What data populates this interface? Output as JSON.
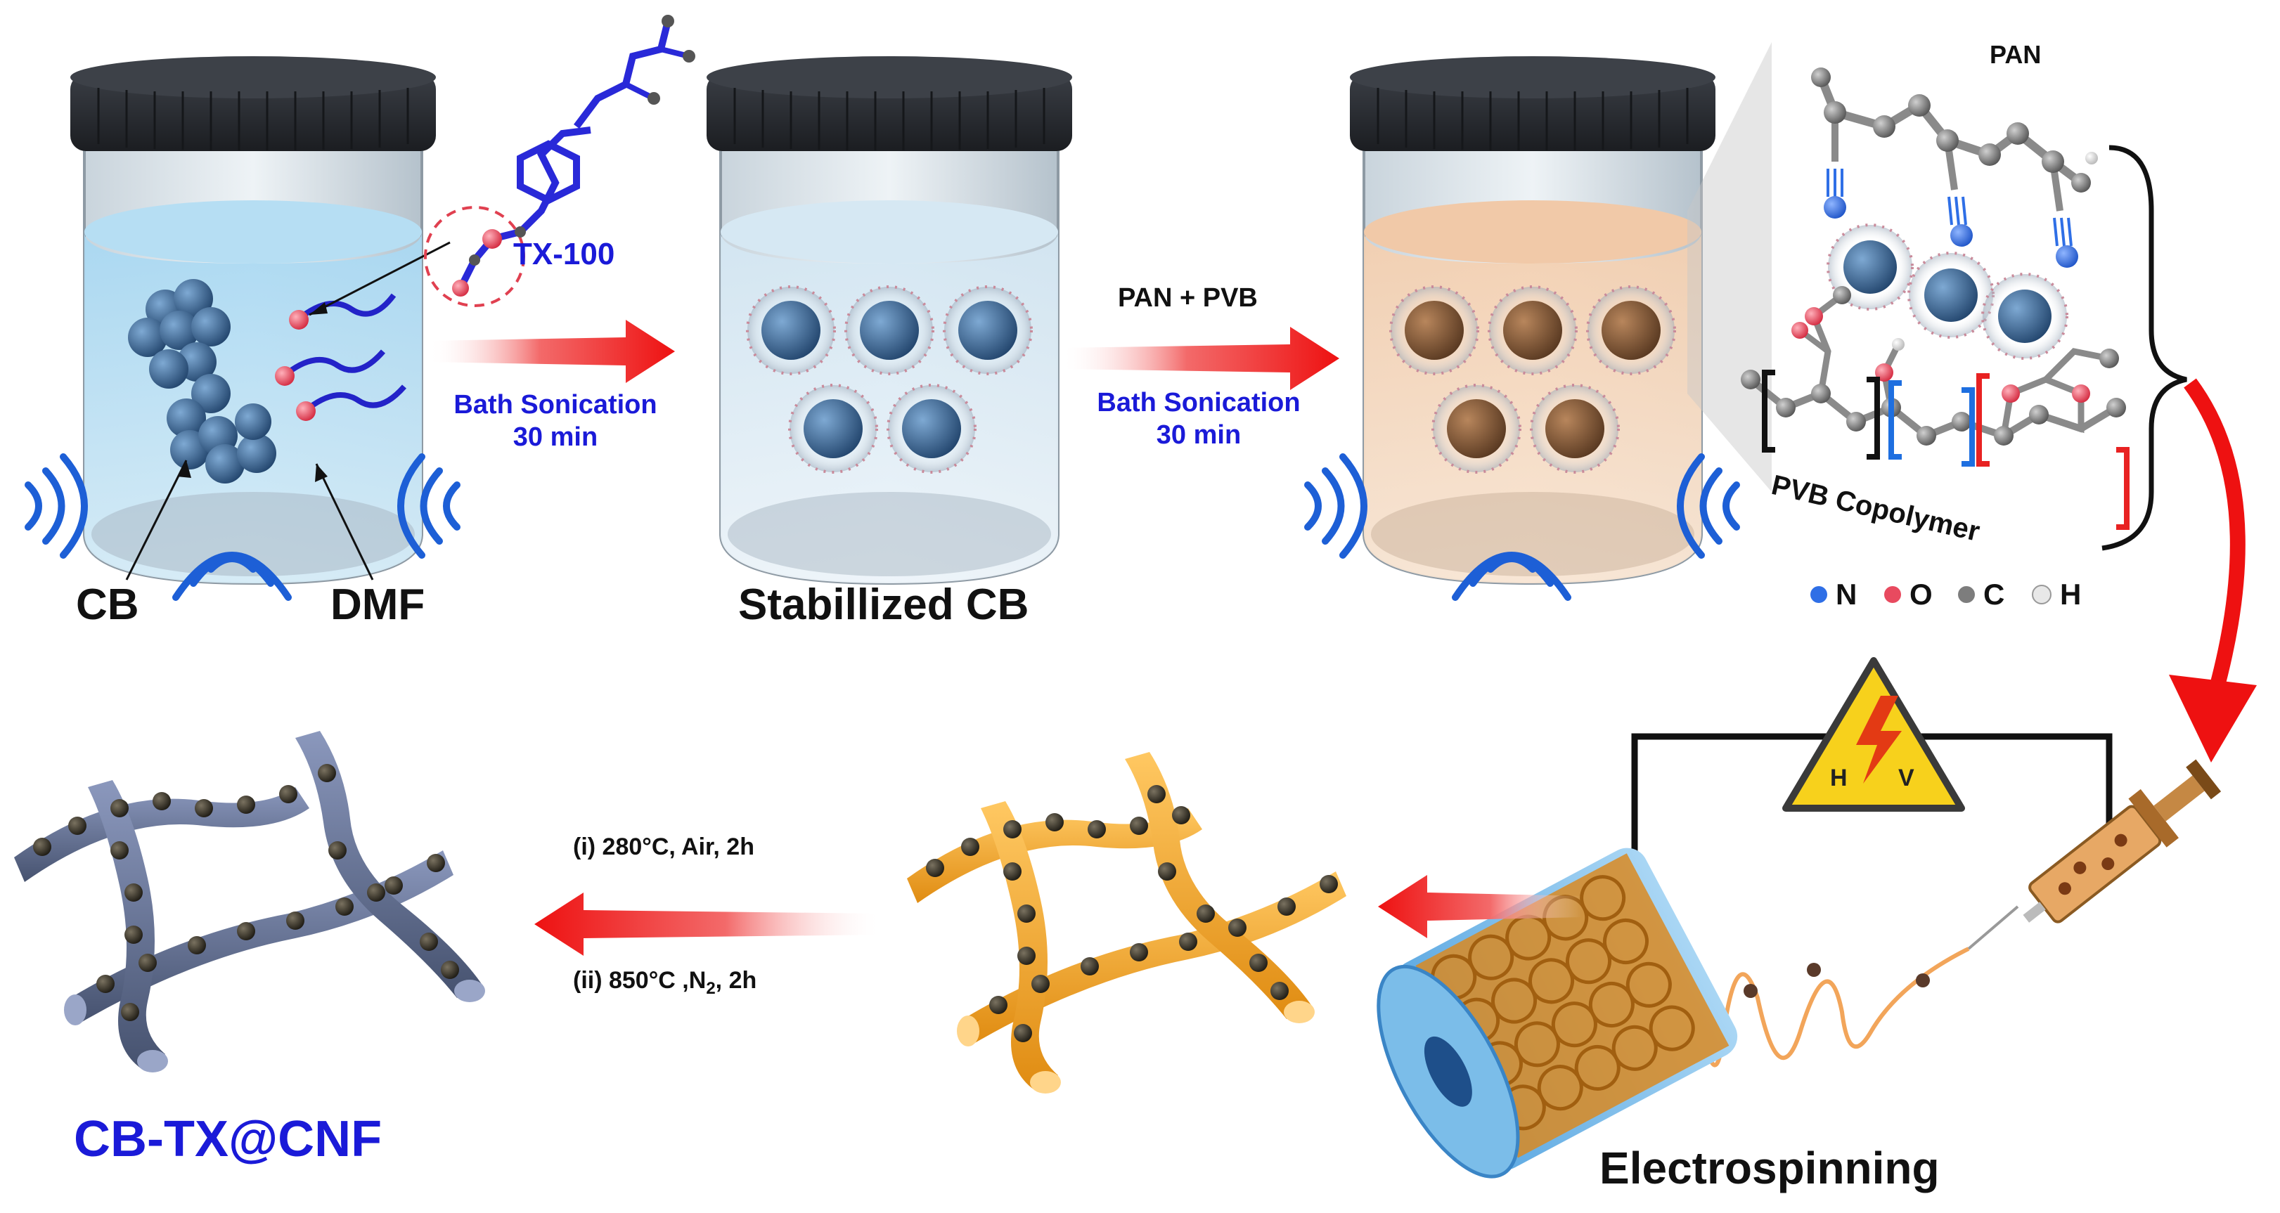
{
  "labels": {
    "tx100": "TX-100",
    "cb": "CB",
    "dmf": "DMF",
    "stabilized": "Stabillized CB",
    "step1_line1": "Bath Sonication",
    "step1_line2": "30 min",
    "pan_pvb": "PAN + PVB",
    "step2_line1": "Bath Sonication",
    "step2_line2": "30 min",
    "pan": "PAN",
    "pvb_copolymer": "PVB Copolymer",
    "hv_h": "H",
    "hv_v": "V",
    "electrospinning": "Electrospinning",
    "cond1": "(i) 280°C, Air, 2h",
    "cond2_prefix": "(ii) 850°C ,N",
    "cond2_sub": "2",
    "cond2_suffix": ", 2h",
    "product": "CB-TX@CNF"
  },
  "legend": [
    {
      "symbol": "N",
      "color": "#2f6fe6"
    },
    {
      "symbol": "O",
      "color": "#e84a5f"
    },
    {
      "symbol": "C",
      "color": "#7d7d7d"
    },
    {
      "symbol": "H",
      "color": "#e8e8e8"
    }
  ],
  "colors": {
    "arrow_red": "#ee1111",
    "text_blue": "#1a1ad8",
    "lid": "#2b2e33",
    "cb_blue": "#3c6a9e",
    "fiber_orange": "#f2a42a",
    "fiber_slate": "#5d6b8f",
    "bead_dark": "#2d2a22"
  }
}
